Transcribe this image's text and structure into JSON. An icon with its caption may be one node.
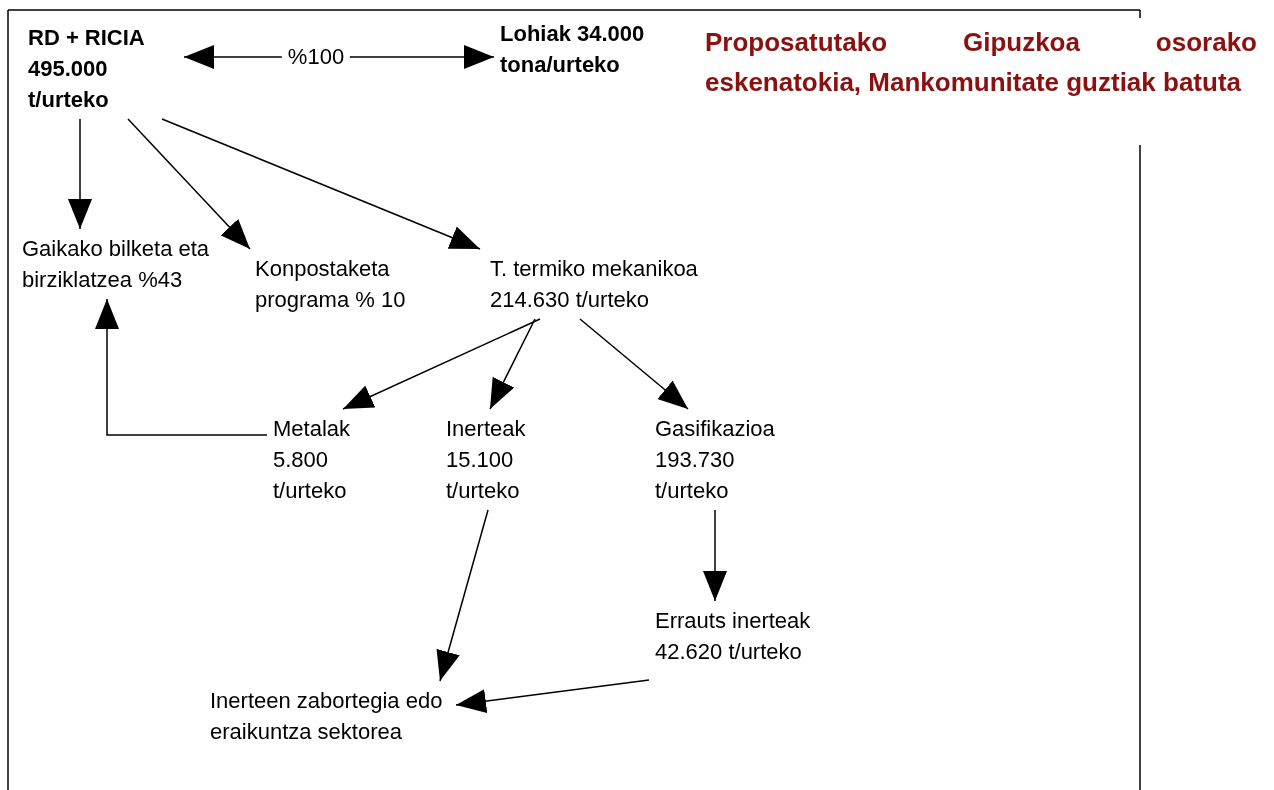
{
  "diagram": {
    "title": "Proposatutako Gipuzkoa osorako eskenatokia, Mankomunitate guztiak batuta",
    "nodes": [
      {
        "text": [
          "RD + RICIA 495.000 t/urteko"
        ]
      },
      {
        "text": [
          "Lohiak 34.000 tona/urteko"
        ]
      },
      {
        "text": [
          "Gaikako bilketa eta birziklatzea %43"
        ]
      },
      {
        "text": [
          "Konpostaketa programa % 10"
        ]
      },
      {
        "text": [
          "T. termiko mekanikoa 214.630 t/urteko"
        ]
      },
      {
        "text": [
          "Metalak 5.800 t/urteko"
        ]
      },
      {
        "text": [
          "Inerteak 15.100 t/urteko"
        ]
      },
      {
        "text": [
          "Gasifikazioa 193.730 t/urteko"
        ]
      },
      {
        "text": [
          "Errauts inerteak 42.620 t/urteko"
        ]
      },
      {
        "text": [
          "Inerteen zabortegia edo eraikuntza sektorea"
        ]
      }
    ],
    "edges": [
      {
        "from": 0,
        "to": 1,
        "arrow": "both",
        "label": "%100"
      },
      {
        "from": 0,
        "to": 2,
        "arrow": "to"
      },
      {
        "from": 0,
        "to": 3,
        "arrow": "to"
      },
      {
        "from": 0,
        "to": 4,
        "arrow": "to"
      },
      {
        "from": 4,
        "to": 5,
        "arrow": "to"
      },
      {
        "from": 4,
        "to": 6,
        "arrow": "to"
      },
      {
        "from": 4,
        "to": 7,
        "arrow": "to"
      },
      {
        "from": 5,
        "to": 2,
        "arrow": "to"
      },
      {
        "from": 7,
        "to": 8,
        "arrow": "to"
      },
      {
        "from": 6,
        "to": 9,
        "arrow": "to"
      },
      {
        "from": 8,
        "to": 9,
        "arrow": "to"
      }
    ]
  }
}
